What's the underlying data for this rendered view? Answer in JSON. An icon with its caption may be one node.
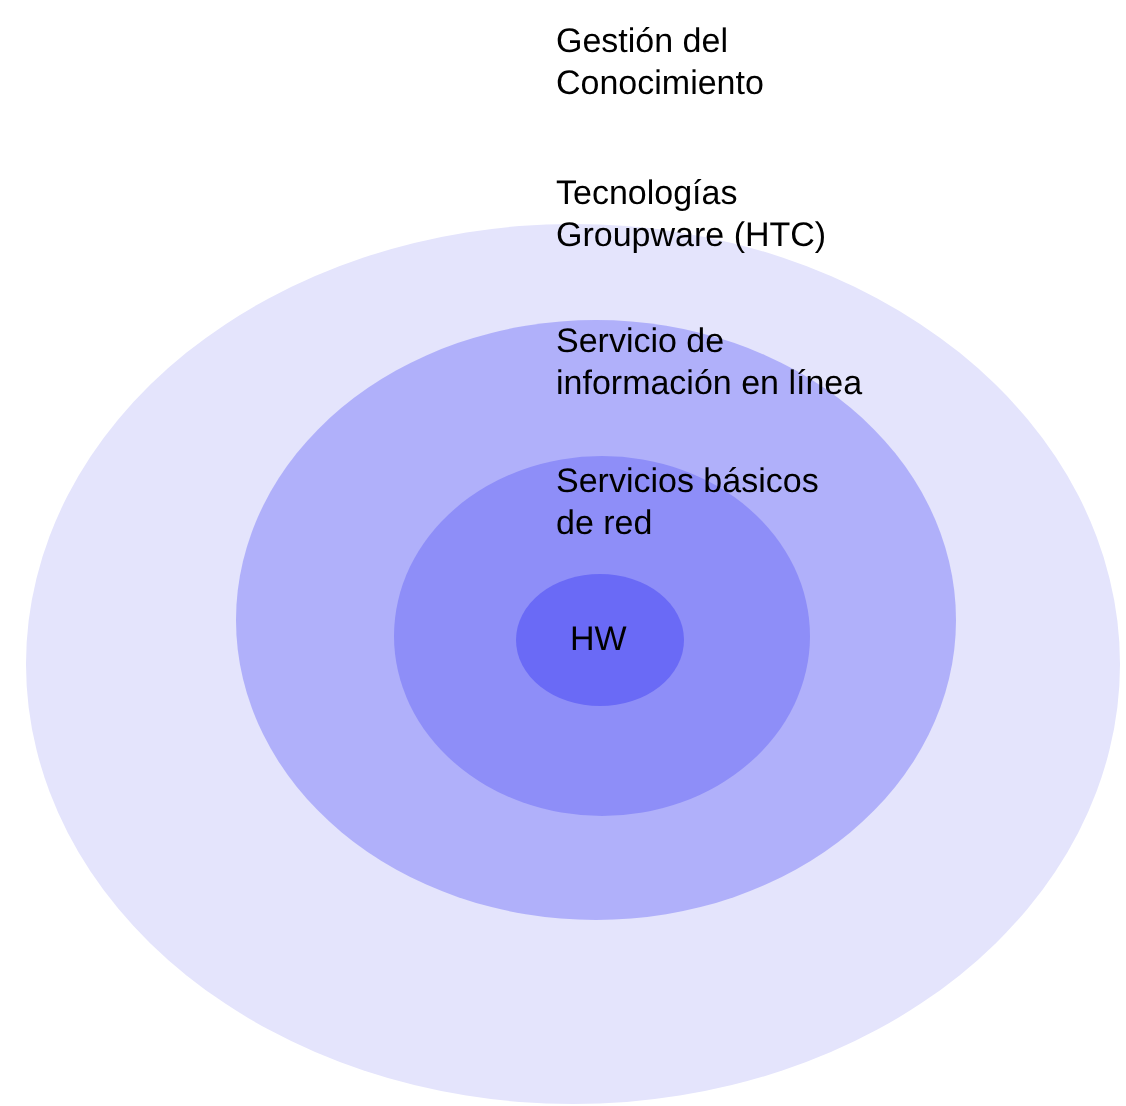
{
  "diagram": {
    "title": "Gestión del Conocimiento",
    "nodes": [
      {
        "text": [
          "Tecnologías Groupware (HTC)"
        ]
      },
      {
        "text": [
          "Servicio de información en línea"
        ],
        "in": 0
      },
      {
        "text": [
          "Servicios básicos de red"
        ],
        "in": 1
      },
      {
        "text": [
          "HW"
        ],
        "in": 2
      }
    ]
  }
}
